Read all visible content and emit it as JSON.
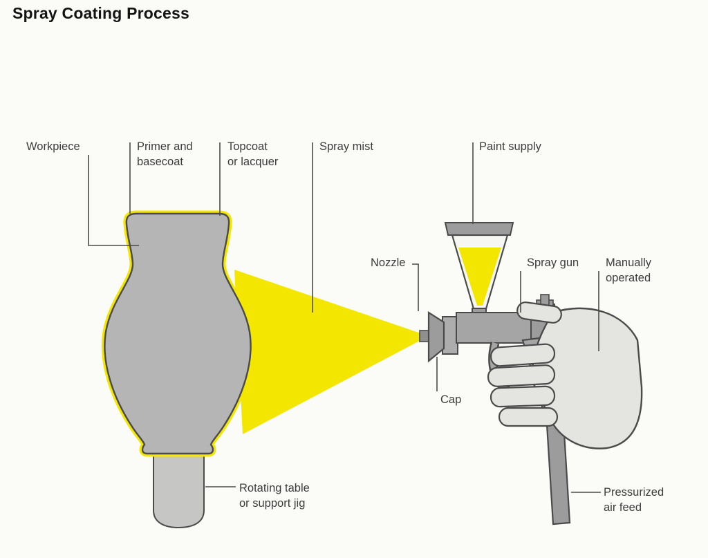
{
  "title": "Spray Coating Process",
  "labels": {
    "workpiece": "Workpiece",
    "primer": "Primer and\nbasecoat",
    "topcoat": "Topcoat\nor lacquer",
    "spray_mist": "Spray mist",
    "paint_supply": "Paint supply",
    "nozzle": "Nozzle",
    "spray_gun": "Spray gun",
    "manually_operated": "Manually\noperated",
    "cap": "Cap",
    "rotating_table": "Rotating table\nor support jig",
    "pressurized_air": "Pressurized\nair feed"
  },
  "colors": {
    "spray_yellow": "#f3e600",
    "workpiece_gray": "#b5b5b5",
    "gun_gray": "#a5a5a5",
    "support_gray": "#c6c6c4",
    "hand_gray": "#e4e4e1",
    "outline": "#4a4a4a",
    "background": "#fbfbf8"
  }
}
